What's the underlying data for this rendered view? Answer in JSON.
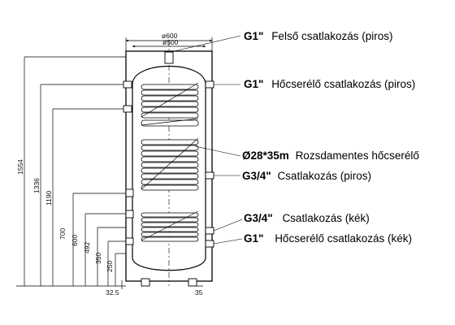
{
  "dimensions": {
    "width_outer": "ø600",
    "width_inner": "ø500",
    "heights": [
      {
        "key": "h1554",
        "text": "1554"
      },
      {
        "key": "h1336",
        "text": "1336"
      },
      {
        "key": "h1190",
        "text": "1190"
      },
      {
        "key": "h700",
        "text": "700"
      },
      {
        "key": "h600",
        "text": "600"
      },
      {
        "key": "h492",
        "text": "492"
      },
      {
        "key": "h350",
        "text": "350"
      },
      {
        "key": "h250",
        "text": "250"
      },
      {
        "key": "h32",
        "text": "32.5"
      }
    ],
    "foot_right": "35"
  },
  "labels": [
    {
      "code": "G1\"",
      "text": "Felső csatlakozás (piros)"
    },
    {
      "code": "G1\"",
      "text": "Hőcserélő csatlakozás (piros)"
    },
    {
      "code": "Ø28*35m",
      "text": "Rozsdamentes hőcserélő"
    },
    {
      "code": "G3/4\"",
      "text": "Csatlakozás (piros)"
    },
    {
      "code": "G3/4\"",
      "text": "Csatlakozás (kék)"
    },
    {
      "code": "G1\"",
      "text": "Hőcserélő csatlakozás (kék)"
    }
  ]
}
